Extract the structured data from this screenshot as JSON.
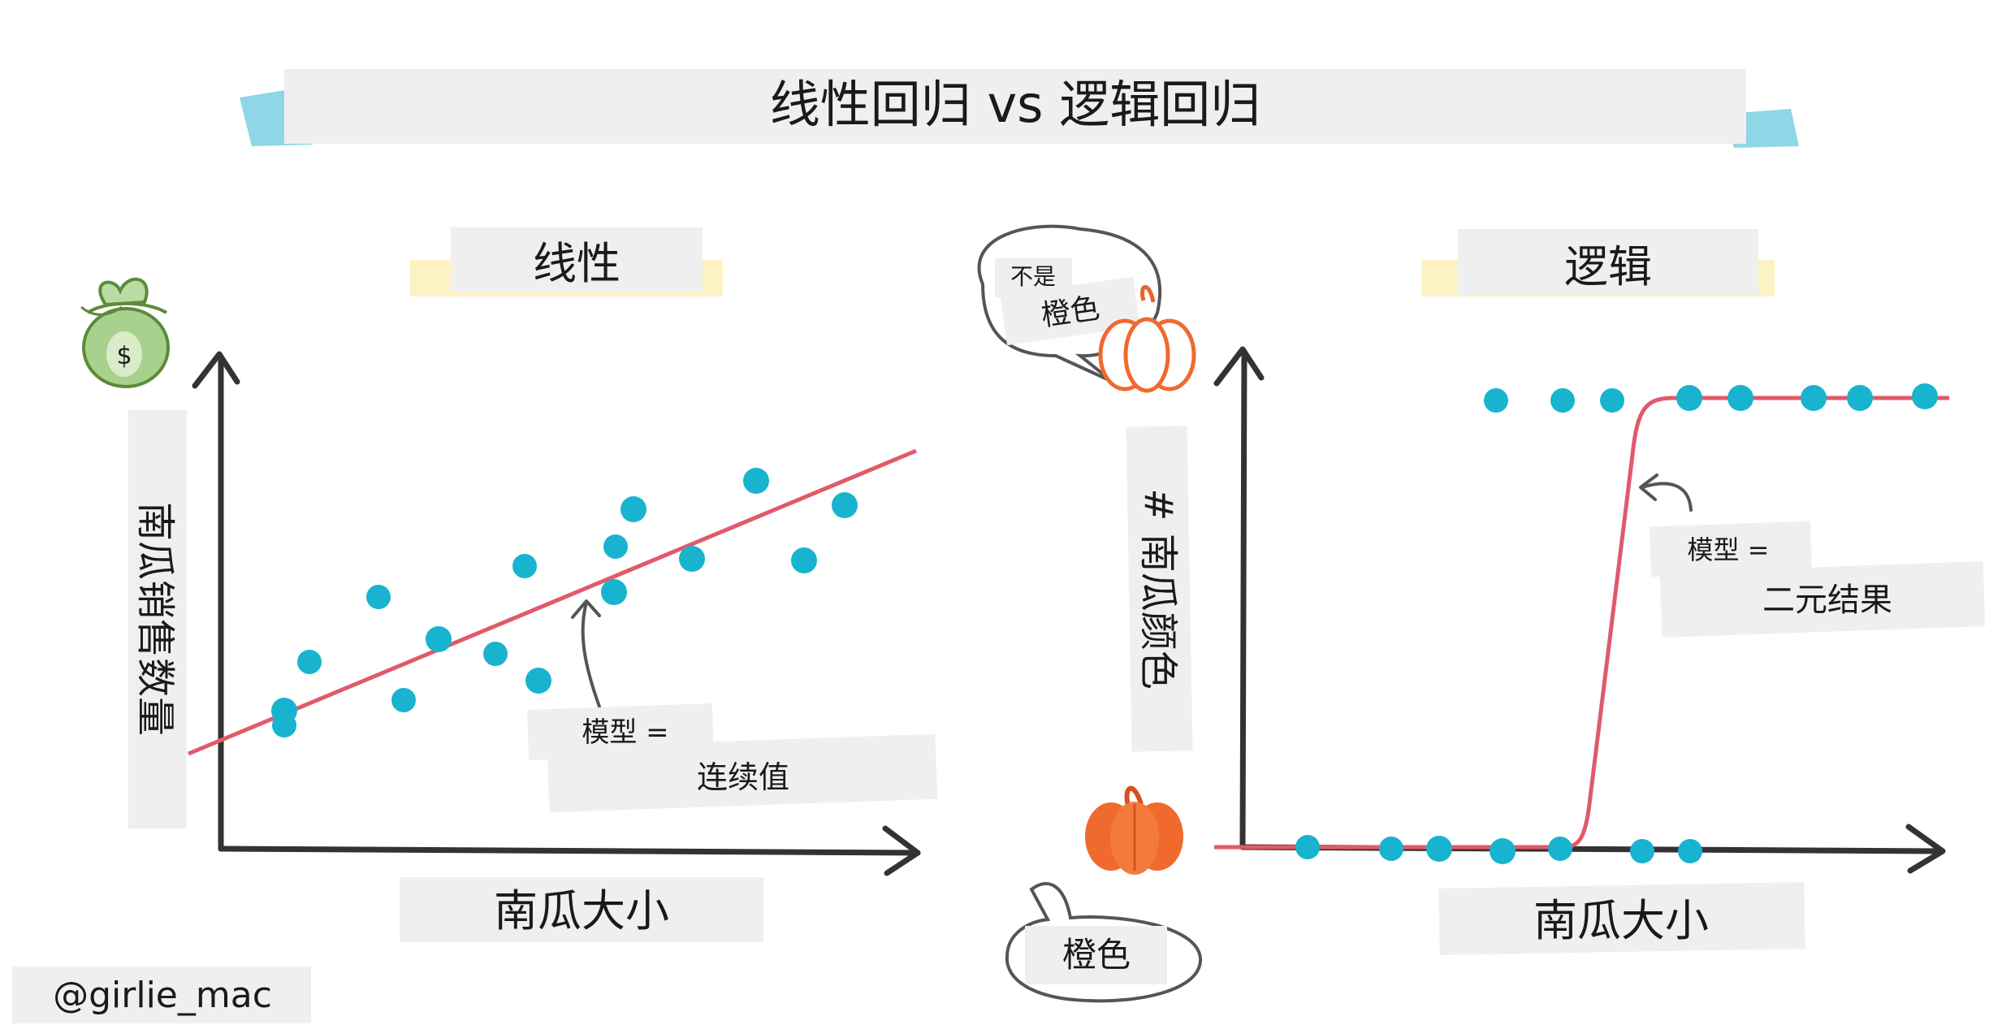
{
  "title": "线性回归 vs 逻辑回归",
  "linear": {
    "heading": "线性",
    "y_label": "南瓜销售数量",
    "x_label": "南瓜大小",
    "model_label": "模型 =",
    "model_value": "连续值",
    "money_symbol": "$",
    "icon": "money-bag-icon"
  },
  "logistic": {
    "heading": "逻辑",
    "y_label": "# 南瓜颜色",
    "x_label": "南瓜大小",
    "model_label": "模型 =",
    "model_value": "二元结果",
    "bubble_top_small": "不是",
    "bubble_top_main": "橙色",
    "bubble_bottom": "橙色",
    "icon_top": "white-pumpkin-icon",
    "icon_bottom": "orange-pumpkin-icon"
  },
  "credit": "@girlie_mac",
  "colors": {
    "point": "#18b3cf",
    "line": "#e05a6a",
    "axis": "#333333",
    "tape": "#efefef",
    "blue_tape": "#8fd6e6",
    "yellow_tape": "#fdf2c4",
    "pumpkin_orange": "#f06a2e",
    "bag_green": "#a9d18e"
  }
}
